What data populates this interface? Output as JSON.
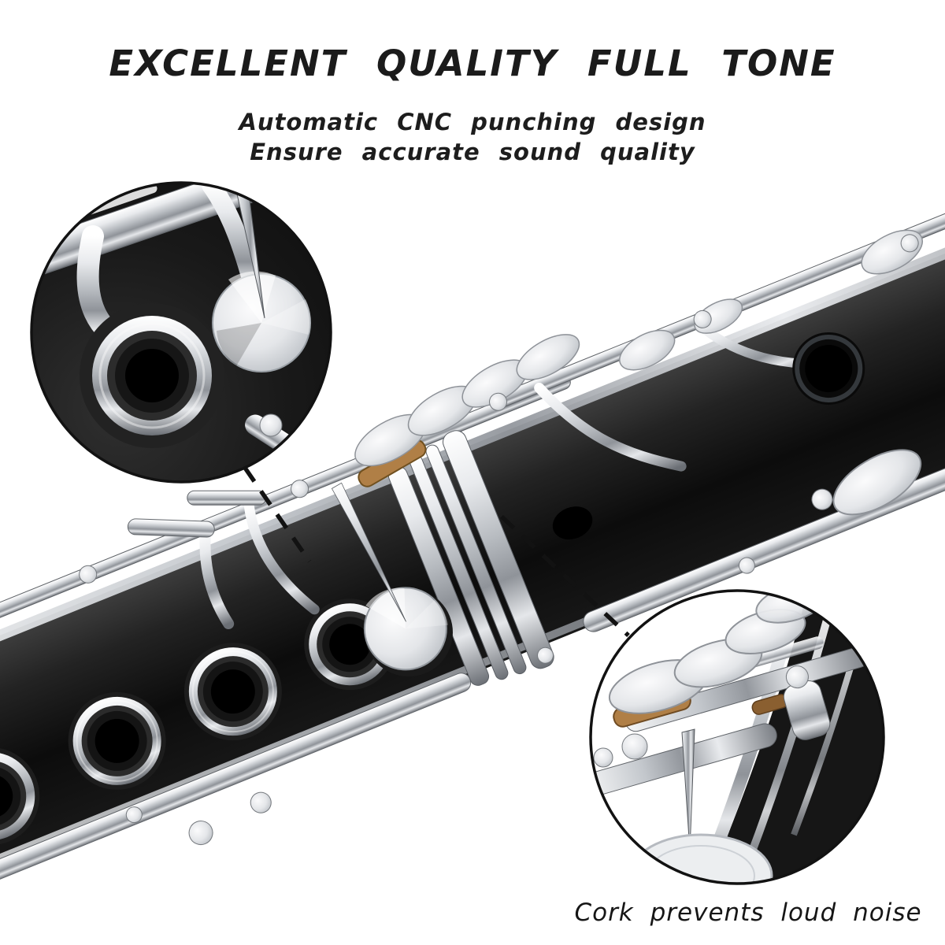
{
  "header": {
    "title": "EXCELLENT QUALITY FULL TONE",
    "subtitle_line1": "Automatic CNC punching design",
    "subtitle_line2": "Ensure accurate sound quality"
  },
  "callouts": {
    "cork_caption": "Cork prevents loud noise"
  },
  "colors": {
    "background": "#ffffff",
    "ink": "#1b1b1b",
    "outline": "#121212",
    "cork": "#b07f46",
    "cork_dark": "#8a5f30",
    "nickel": "#c9ccd1",
    "body": "#101010"
  }
}
